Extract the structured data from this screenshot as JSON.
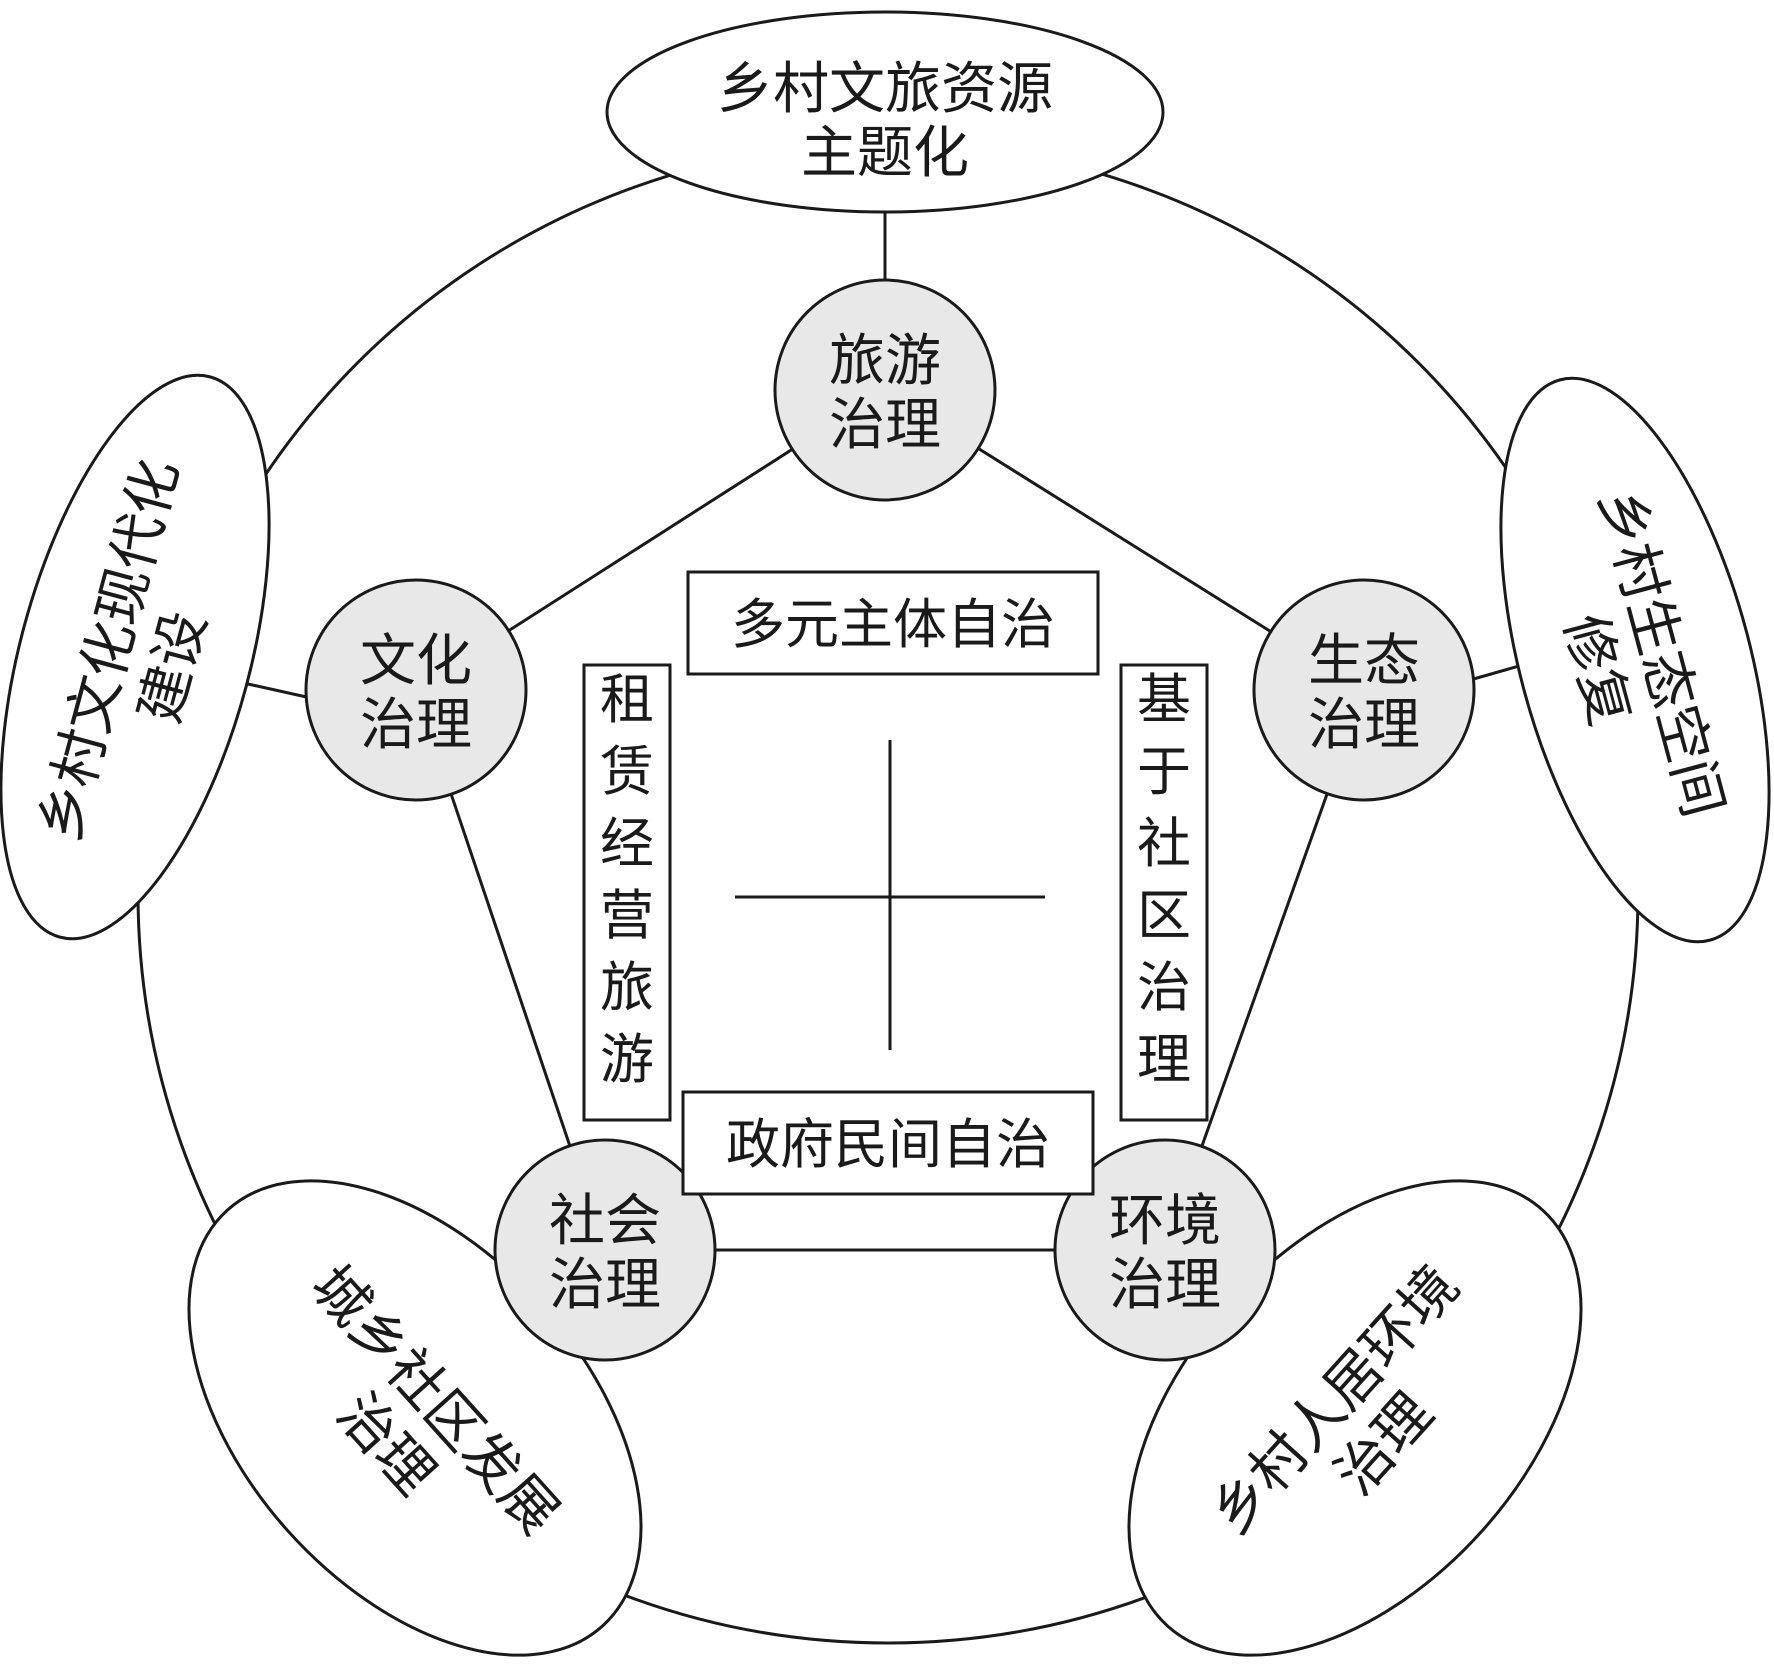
{
  "outer_nodes": {
    "top": {
      "line1": "乡村文旅资源",
      "line2": "主题化"
    },
    "left": {
      "line1": "乡村文化现代化",
      "line2": "建设"
    },
    "right": {
      "line1": "乡村生态空间",
      "line2": "修复"
    },
    "bottom_left": {
      "line1": "城乡社区发展",
      "line2": "治理"
    },
    "bottom_right": {
      "line1": "乡村人居环境",
      "line2": "治理"
    }
  },
  "governance_nodes": {
    "tourism": {
      "line1": "旅游",
      "line2": "治理"
    },
    "culture": {
      "line1": "文化",
      "line2": "治理"
    },
    "ecology": {
      "line1": "生态",
      "line2": "治理"
    },
    "society": {
      "line1": "社会",
      "line2": "治理"
    },
    "environment": {
      "line1": "环境",
      "line2": "治理"
    }
  },
  "center_boxes": {
    "top": "多元主体自治",
    "bottom": "政府民间自治",
    "left": "租赁经营旅游",
    "right": "基于社区治理"
  }
}
